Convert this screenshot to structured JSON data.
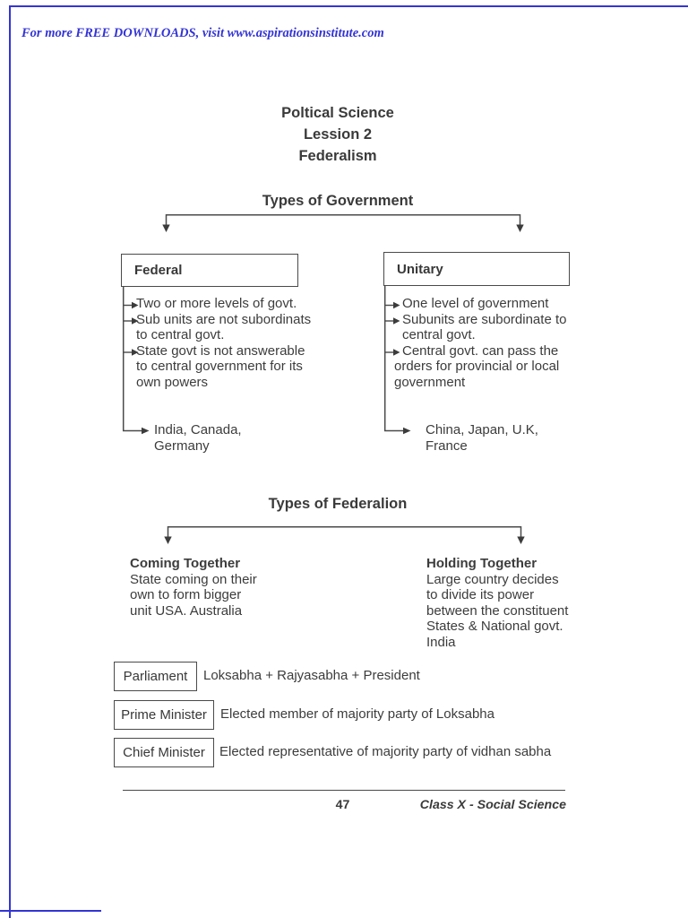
{
  "header": {
    "note": "For more FREE DOWNLOADS, visit www.aspirationsinstitute.com"
  },
  "colors": {
    "frame_blue": "#3434d6",
    "ink": "#3c3c3c",
    "line": "#4a4a4a"
  },
  "titles": {
    "line1": "Poltical Science",
    "line2": "Lession 2",
    "line3": "Federalism"
  },
  "government": {
    "heading": "Types of Government",
    "federal": {
      "title": "Federal",
      "points": [
        "Two or more levels of govt.",
        "Sub units are not subordinats",
        "to central govt.",
        "State govt is not answerable",
        "to central government for its",
        "own powers"
      ],
      "examples": [
        "India, Canada,",
        "Germany"
      ]
    },
    "unitary": {
      "title": "Unitary",
      "points": [
        "One level of government",
        "Subunits are subordinate to",
        "central govt.",
        "Central govt. can pass the",
        "orders for provincial or local",
        "government"
      ],
      "examples": [
        "China, Japan, U.K,",
        "France"
      ]
    }
  },
  "federation": {
    "heading": "Types of Federalion",
    "coming": {
      "title": "Coming Together",
      "lines": [
        "State coming on their",
        "own to form bigger",
        "unit USA. Australia"
      ]
    },
    "holding": {
      "title": "Holding Together",
      "lines": [
        "Large country decides",
        "to divide its power",
        "between the constituent",
        "States & National govt.",
        "India"
      ]
    }
  },
  "definitions": [
    {
      "term": "Parliament",
      "desc": "Loksabha + Rajyasabha + President"
    },
    {
      "term": "Prime Minister",
      "desc": "Elected member of majority party of Loksabha"
    },
    {
      "term": "Chief Minister",
      "desc": "Elected representative of majority party of vidhan sabha"
    }
  ],
  "footer": {
    "page_number": "47",
    "course": "Class X - Social Science"
  }
}
